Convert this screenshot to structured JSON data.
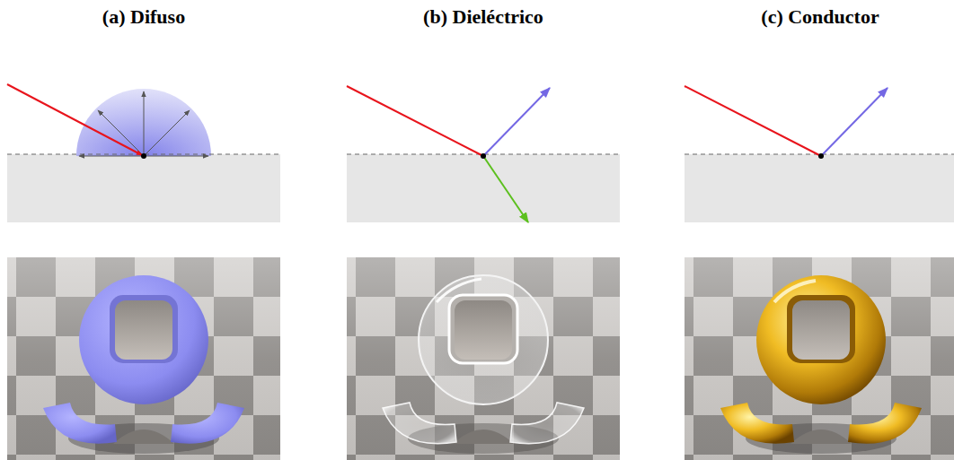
{
  "diagram": {
    "labels": [
      "(a) Difuso",
      "(b) Dieléctrico",
      "(c) Conductor"
    ]
  }
}
